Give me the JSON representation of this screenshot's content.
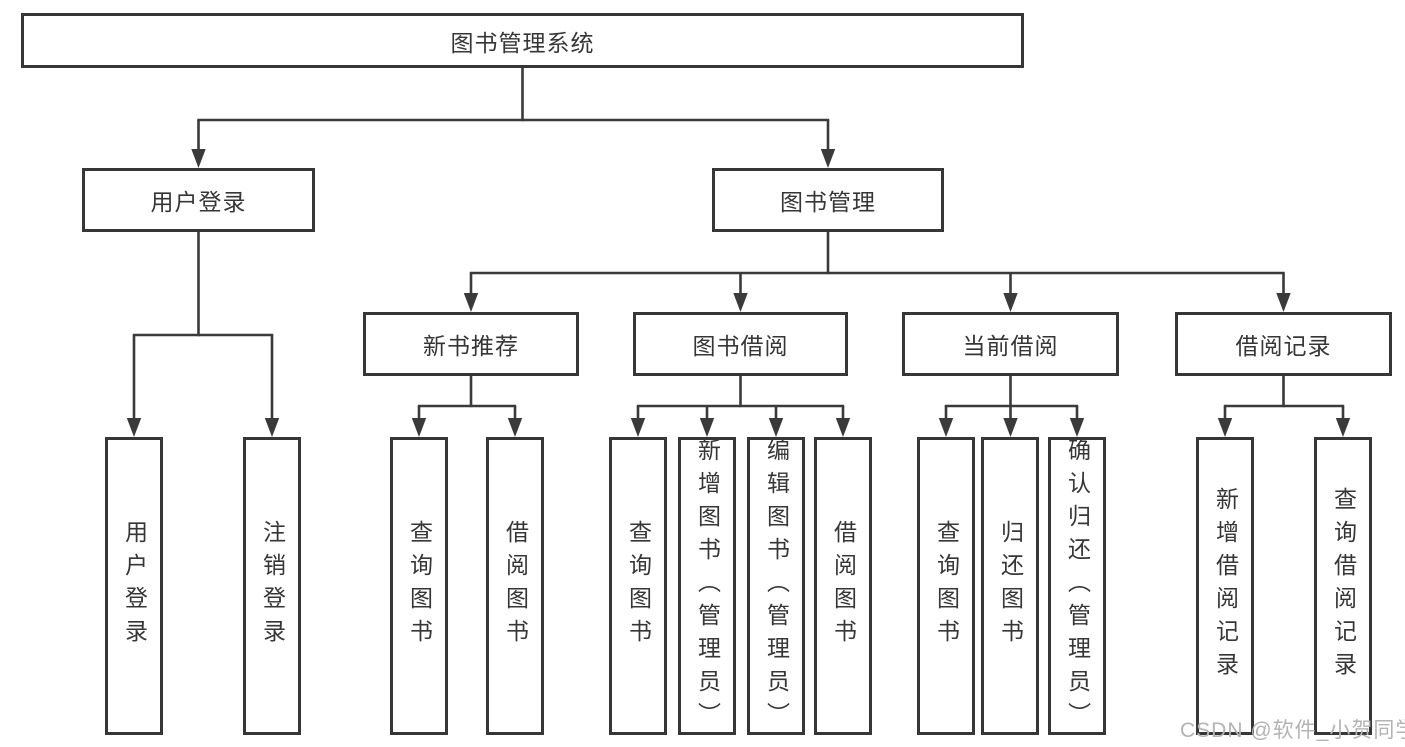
{
  "tree": {
    "root": {
      "label": "图书管理系统"
    },
    "children": [
      {
        "label": "用户登录",
        "children": [
          {
            "label": "用户登录"
          },
          {
            "label": "注销登录"
          }
        ]
      },
      {
        "label": "图书管理",
        "children": [
          {
            "label": "新书推荐",
            "children": [
              {
                "label": "查询图书"
              },
              {
                "label": "借阅图书"
              }
            ]
          },
          {
            "label": "图书借阅",
            "children": [
              {
                "label": "查询图书"
              },
              {
                "label": "新增图书（管理员）"
              },
              {
                "label": "编辑图书（管理员）"
              },
              {
                "label": "借阅图书"
              }
            ]
          },
          {
            "label": "当前借阅",
            "children": [
              {
                "label": "查询图书"
              },
              {
                "label": "归还图书"
              },
              {
                "label": "确认归还（管理员）"
              }
            ]
          },
          {
            "label": "借阅记录",
            "children": [
              {
                "label": "新增借阅记录"
              },
              {
                "label": "查询借阅记录"
              }
            ]
          }
        ]
      }
    ]
  },
  "watermark": {
    "text": "CSDN @软件_小贺同学"
  },
  "colors": {
    "line": "#3a3a3a",
    "text": "#363636",
    "watermark": "#b3b3b3",
    "background": "#ffffff"
  }
}
